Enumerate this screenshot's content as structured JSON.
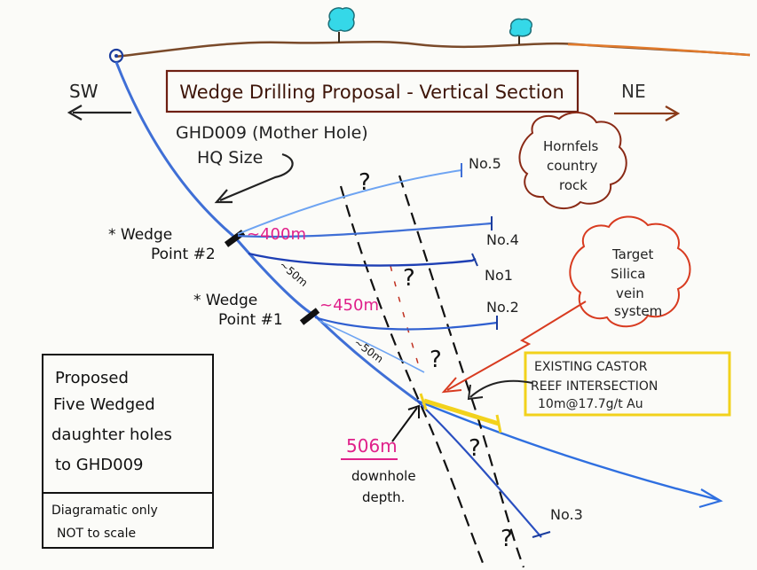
{
  "title": "Wedge Drilling Proposal - Vertical Section",
  "direction_left": "SW",
  "direction_right": "NE",
  "mother_hole": {
    "name": "GHD009 (Mother Hole)",
    "size": "HQ Size"
  },
  "wedge_points": [
    {
      "label_line1": "* Wedge",
      "label_line2": "Point #2",
      "depth": "~400m"
    },
    {
      "label_line1": "* Wedge",
      "label_line2": "Point #1",
      "depth": "~450m"
    }
  ],
  "holes": [
    "No.5",
    "No.4",
    "No1",
    "No.2",
    "No.3"
  ],
  "segment_labels": [
    "~50m",
    "~50m"
  ],
  "hornfels_note": [
    "Hornfels",
    "country",
    "rock"
  ],
  "target_note": [
    "Target",
    "Silica",
    "vein",
    "system"
  ],
  "castor_note": [
    "EXISTING CASTOR",
    "REEF INTERSECTION",
    "10m@17.7g/t Au"
  ],
  "downhole": {
    "depth": "506m",
    "line1": "downhole",
    "line2": "depth."
  },
  "proposal_note": [
    "Proposed",
    "Five Wedged",
    "daughter holes",
    "to GHD009"
  ],
  "disclaimer": [
    "Diagramatic only",
    "NOT to scale"
  ],
  "question_mark": "?",
  "colors": {
    "ground": "#7a4a2a",
    "mother_hole": "#3f6fd6",
    "title_box": "#6e1f12",
    "pink": "#e0208a",
    "yellow": "#f2d21c",
    "hornfels_cloud": "#8a2a16",
    "target_cloud": "#d83b20",
    "tree": "#35d8e8"
  }
}
